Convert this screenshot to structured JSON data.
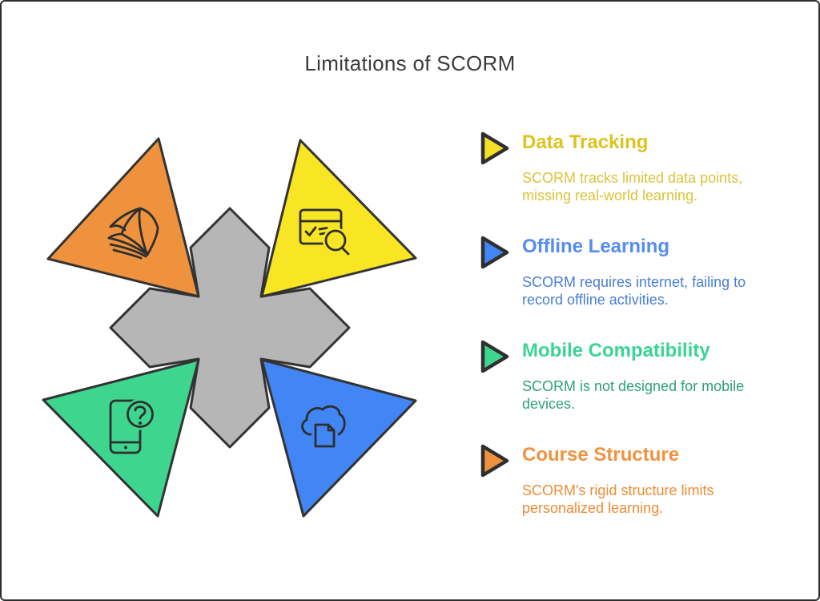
{
  "page": {
    "title": "Limitations of SCORM",
    "background": "#ffffff",
    "border_color": "#2e2e2e",
    "title_color": "#3b3b3b"
  },
  "diagram": {
    "center_shape": "notched-diamond-cross",
    "center_color": "#b6b6b6",
    "outline_color": "#333333",
    "icon_stroke": "#2e2e2e",
    "triangles": [
      {
        "id": "data-tracking",
        "position": "top-right",
        "color": "#F8E523",
        "icon": "browser-search-icon"
      },
      {
        "id": "offline-learning",
        "position": "bottom-right",
        "color": "#4285F4",
        "icon": "cloud-document-icon"
      },
      {
        "id": "mobile-compatibility",
        "position": "bottom-left",
        "color": "#3ED68E",
        "icon": "phone-question-icon"
      },
      {
        "id": "course-structure",
        "position": "top-left",
        "color": "#EF923E",
        "icon": "book-pages-icon"
      }
    ]
  },
  "legend": {
    "items": [
      {
        "title": "Data Tracking",
        "description_lines": [
          "SCORM tracks limited data points,",
          "missing real-world learning."
        ],
        "arrow_color": "#F5E027",
        "title_color": "#DCC31E",
        "desc_color": "#DCC33A"
      },
      {
        "title": "Offline Learning",
        "description_lines": [
          "SCORM requires internet, failing to",
          "record offline activities."
        ],
        "arrow_color": "#4285F4",
        "title_color": "#548CF0",
        "desc_color": "#4A7ED6"
      },
      {
        "title": "Mobile Compatibility",
        "description_lines": [
          "SCORM is not designed for mobile",
          "devices."
        ],
        "arrow_color": "#3ED68E",
        "title_color": "#3BD494",
        "desc_color": "#2FA07C"
      },
      {
        "title": "Course Structure",
        "description_lines": [
          "SCORM's rigid structure limits",
          "personalized learning."
        ],
        "arrow_color": "#EF923E",
        "title_color": "#F0923E",
        "desc_color": "#EC8C34"
      }
    ]
  }
}
